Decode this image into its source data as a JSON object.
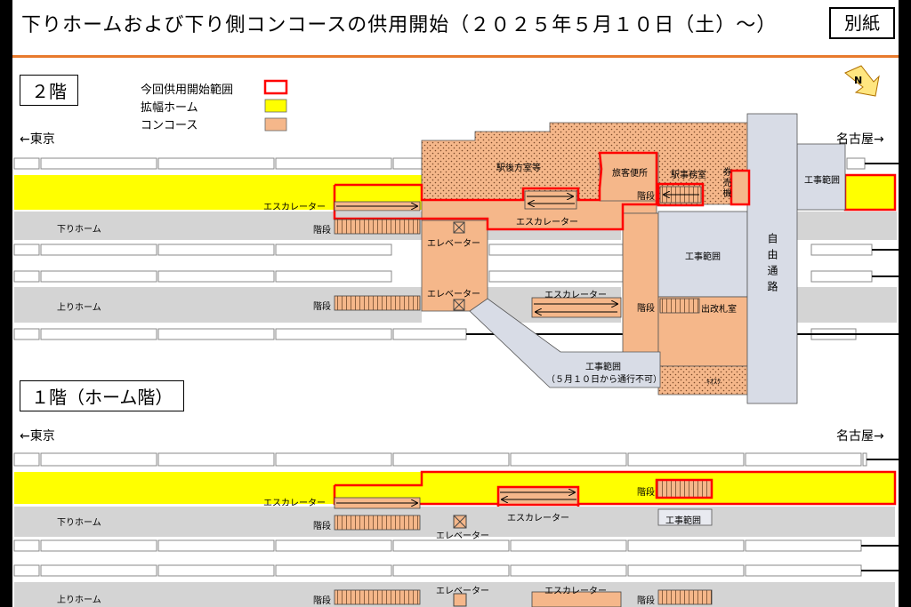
{
  "header": {
    "title": "下りホームおよび下り側コンコースの供用開始（２０２５年５月１０日（土）〜）",
    "attachment_label": "別紙"
  },
  "floors": {
    "upper": "２階",
    "lower": "１階（ホーム階）"
  },
  "legend": {
    "new_area": "今回供用開始範囲",
    "widened_platform": "拡幅ホーム",
    "concourse": "コンコース"
  },
  "directions": {
    "tokyo": "←東京",
    "nagoya": "名古屋→"
  },
  "upper_labels": {
    "office_back": "駅後方室等",
    "passenger_service": "旅客便所",
    "station_office": "駅事務室",
    "ticket_machine": "券売機",
    "construction_right": "工事範囲",
    "escalator_1": "エスカレーター",
    "escalator_2": "エスカレーター",
    "escalator_3": "エスカレーター",
    "stairs_1": "階段",
    "stairs_2": "階段",
    "stairs_3": "階段",
    "stairs_4": "階段",
    "down_platform": "下りホーム",
    "up_platform": "上りホーム",
    "elevator_1": "エレベーター",
    "elevator_2": "エレベーター",
    "construction_center": "工事範囲",
    "ticket_gate": "出改札室",
    "construction_bottom": "工事範囲",
    "construction_bottom_note": "（５月１０日から通行不可）",
    "kiosk": "ｷｵｽｸ",
    "free_passage": "自由通路"
  },
  "lower_labels": {
    "escalator_1": "エスカレーター",
    "escalator_2": "エスカレーター",
    "escalator_3": "エスカレーター",
    "stairs_1": "階段",
    "stairs_2": "階段",
    "stairs_3": "階段",
    "stairs_4": "階段",
    "down_platform": "下りホーム",
    "up_platform": "上りホーム",
    "elevator_1": "エレベーター",
    "elevator_2": "エレベーター",
    "construction": "工事範囲"
  },
  "north_marker": "N",
  "colors": {
    "yellow": "#ffff00",
    "concourse": "#f5b78a",
    "highlight": "#ff0000",
    "platform": "#d4d4d4",
    "construction": "#d8dce6",
    "rule": "#e87a2d"
  }
}
